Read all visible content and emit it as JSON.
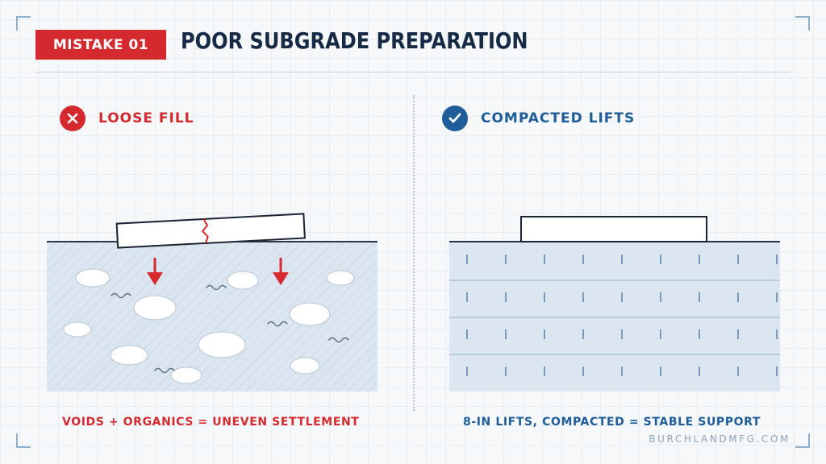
{
  "header": {
    "badge": "MISTAKE 01",
    "title": "POOR SUBGRADE PREPARATION"
  },
  "panels": {
    "bad": {
      "label": "LOOSE FILL",
      "icon": "x-circle-icon",
      "caption": "VOIDS + ORGANICS = UNEVEN SETTLEMENT"
    },
    "good": {
      "label": "COMPACTED LIFTS",
      "icon": "check-circle-icon",
      "caption": "8-IN LIFTS, COMPACTED = STABLE SUPPORT"
    }
  },
  "footer": {
    "url": "BURCHLANDMFG.COM"
  },
  "colors": {
    "red": "#d42a2f",
    "navy": "#172a45",
    "blue": "#1f5d99",
    "soil": "#dbe6f0"
  }
}
